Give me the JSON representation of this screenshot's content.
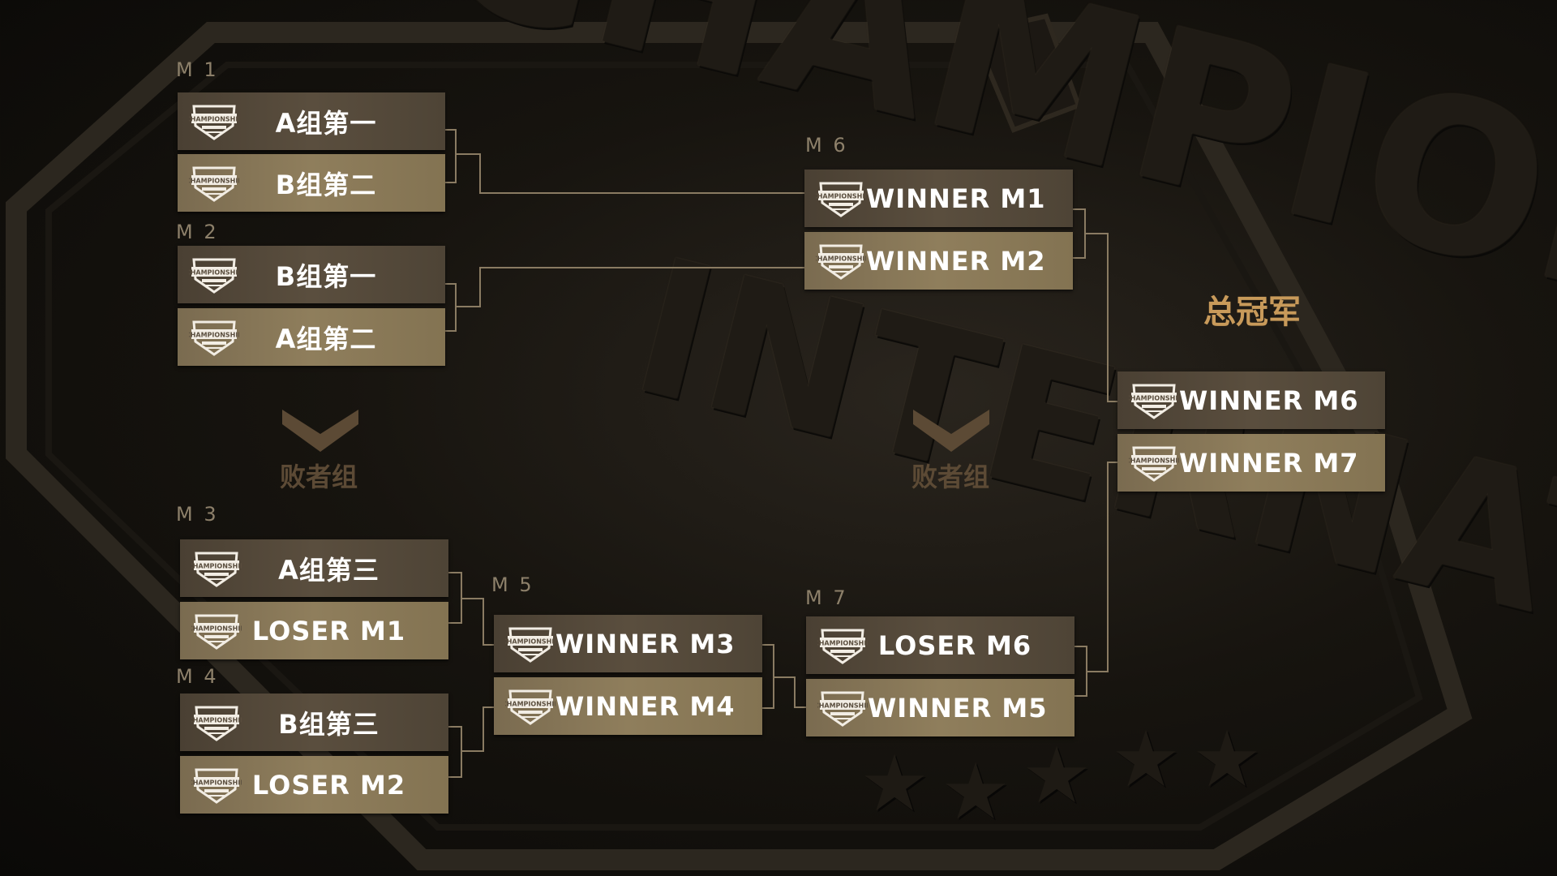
{
  "matches": {
    "m1": {
      "label": "M 1",
      "top": "A组第一",
      "bottom": "B组第二"
    },
    "m2": {
      "label": "M 2",
      "top": "B组第一",
      "bottom": "A组第二"
    },
    "m3": {
      "label": "M 3",
      "top": "A组第三",
      "bottom": "LOSER M1"
    },
    "m4": {
      "label": "M 4",
      "top": "B组第三",
      "bottom": "LOSER M2"
    },
    "m5": {
      "label": "M 5",
      "top": "WINNER M3",
      "bottom": "WINNER M4"
    },
    "m6": {
      "label": "M 6",
      "top": "WINNER M1",
      "bottom": "WINNER M2"
    },
    "m7": {
      "label": "M 7",
      "top": "LOSER M6",
      "bottom": "WINNER M5"
    },
    "final": {
      "top": "WINNER M6",
      "bottom": "WINNER M7"
    }
  },
  "labels": {
    "losers_bracket_left": "败者组",
    "losers_bracket_right": "败者组",
    "champion": "总冠军"
  },
  "icons": {
    "slot_logo": "championship-international-badge-icon",
    "section_arrow": "chevron-down-icon"
  },
  "colors": {
    "slot_dark": "#4a4033",
    "slot_light": "#8f7e5c",
    "champion_text": "#c89a5a",
    "section_text": "#5c4a35",
    "connector": "#8a7b62"
  }
}
